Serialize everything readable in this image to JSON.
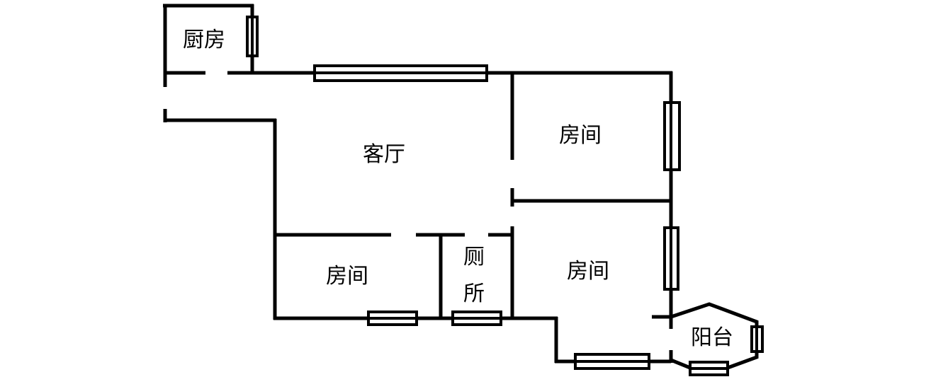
{
  "title": "户型图",
  "rooms": {
    "kitchen": "厨房",
    "living_room": "客厅",
    "bedroom_northeast": "房间",
    "bedroom_southwest": "房间",
    "bedroom_southeast": "房间",
    "toilet_line1": "厕",
    "toilet_line2": "所",
    "balcony": "阳台"
  },
  "colors": {
    "wall": "#000000",
    "background": "#ffffff"
  }
}
